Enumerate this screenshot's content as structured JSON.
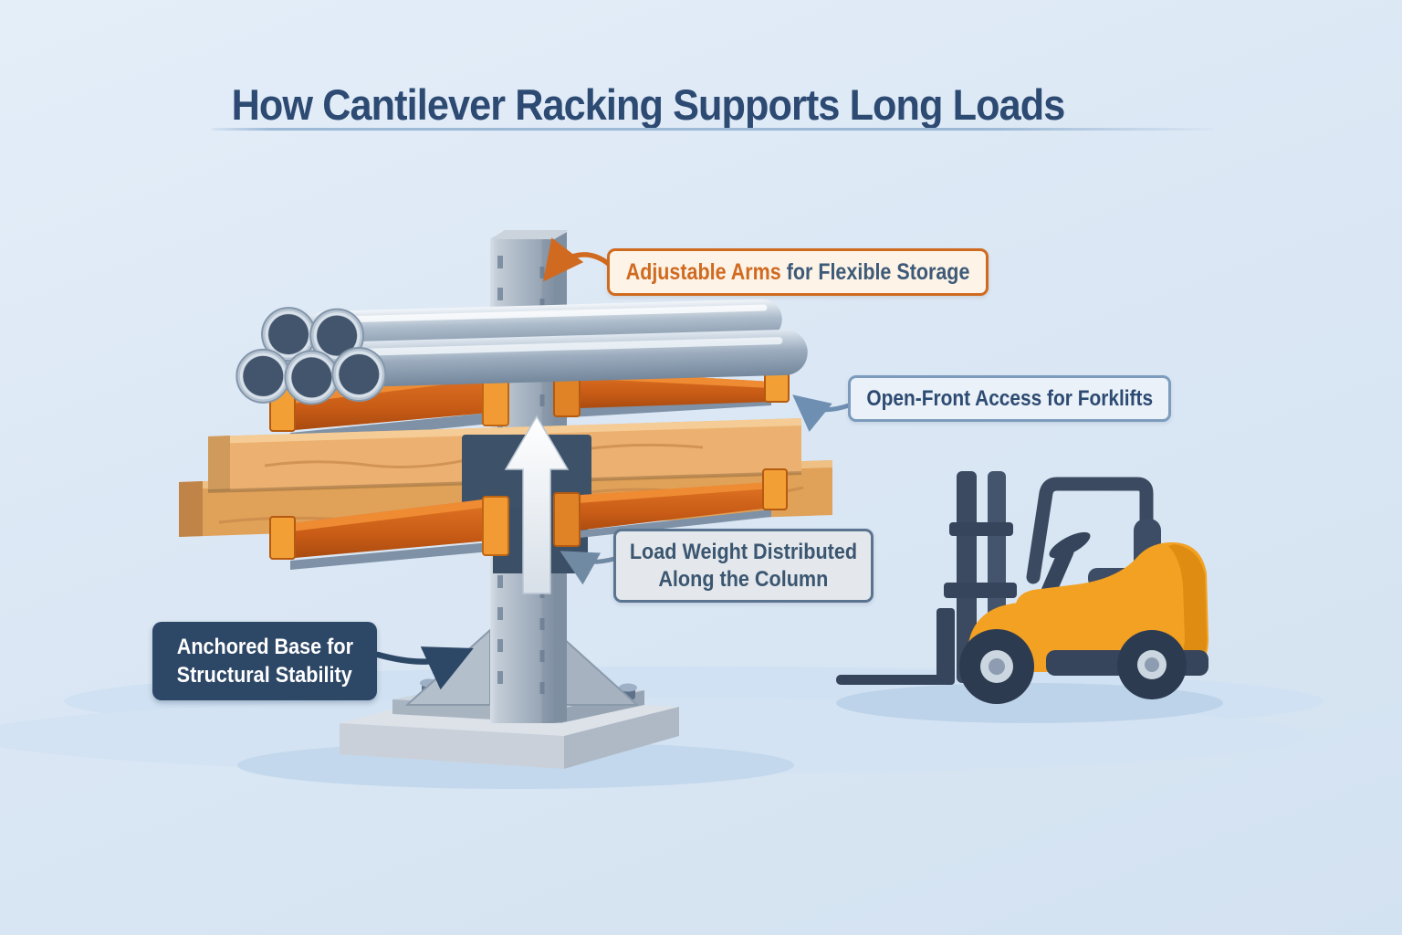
{
  "title": {
    "text": "How Cantilever Racking Supports Long Loads"
  },
  "annotations": {
    "adjustable_arms": {
      "highlight": "Adjustable Arms",
      "rest": " for Flexible Storage"
    },
    "open_front": {
      "text": "Open-Front Access for Forklifts"
    },
    "load_weight": {
      "line1": "Load Weight Distributed",
      "line2": "Along the Column"
    },
    "anchored_base": {
      "line1": "Anchored Base for",
      "line2": "Structural Stability"
    }
  },
  "scene": {
    "parts": [
      "rack-column",
      "adjustable-cantilever-arms",
      "steel-pipes-load",
      "lumber-load",
      "anchored-base-plate",
      "concrete-slab",
      "load-direction-up-arrow",
      "forklift"
    ],
    "colors": {
      "background": "#dbe7f4",
      "title_text": "#2d4a72",
      "accent_orange": "#d06a20",
      "label_orange_bg": "#fdf3e6",
      "label_blue_border": "#7d9bbc",
      "label_gray_bg": "#e4e8ec",
      "label_navy_bg": "#2d4766",
      "arm_orange": "#d2641c",
      "arm_bright_orange": "#f6a03a",
      "steel_gray": "#a3b1c0",
      "pipe_bore_navy": "#42556c",
      "wood_tan": "#e2a55e",
      "forklift_yellow": "#f2a122",
      "forklift_navy": "#36455c"
    }
  }
}
